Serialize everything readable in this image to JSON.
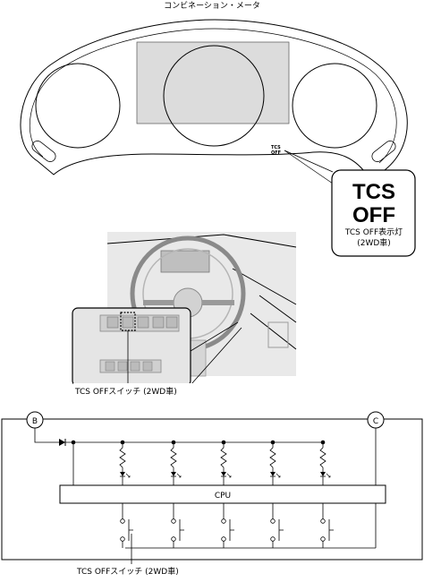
{
  "cluster": {
    "title": "コンビネーション・メータ",
    "indicator_small_line1": "TCS",
    "indicator_small_line2": "OFF",
    "callout_line1": "TCS",
    "callout_line2": "OFF",
    "callout_caption1": "TCS OFF表示灯",
    "callout_caption2": "(2WD車)"
  },
  "cockpit": {
    "switch_label": "TCS OFFスイッチ (2WD車)"
  },
  "circuit": {
    "node_left": "B",
    "node_right": "C",
    "cpu_label": "CPU",
    "switch_label": "TCS OFFスイッチ (2WD車)"
  }
}
